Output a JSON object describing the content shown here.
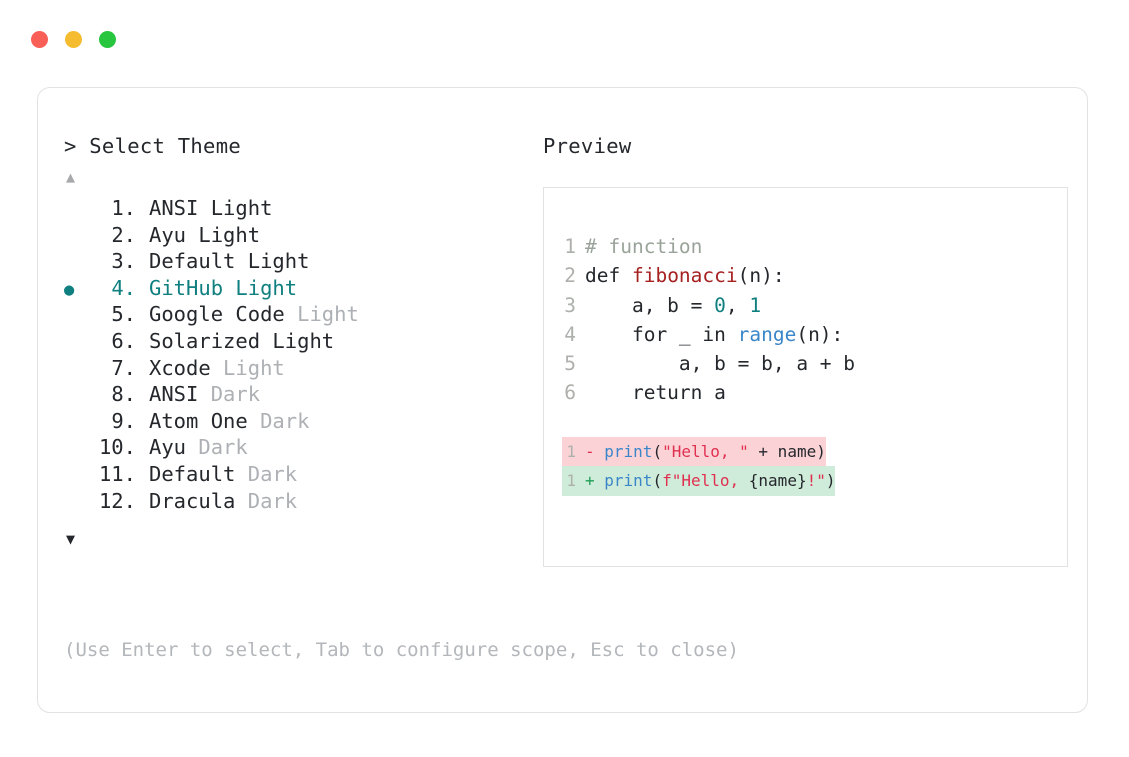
{
  "window": {
    "traffic_lights": [
      {
        "name": "close-dot",
        "color": "#f95f57"
      },
      {
        "name": "minimize-dot",
        "color": "#f6bc2f"
      },
      {
        "name": "maximize-dot",
        "color": "#28c53f"
      }
    ]
  },
  "left": {
    "header": "> Select Theme",
    "scroll_up": "▲",
    "scroll_down": "▼",
    "selected_index": 4,
    "bullet": "●",
    "items": [
      {
        "num": "1.",
        "name": "ANSI Light",
        "variant": "",
        "selected": false
      },
      {
        "num": "2.",
        "name": "Ayu Light",
        "variant": "",
        "selected": false
      },
      {
        "num": "3.",
        "name": "Default Light",
        "variant": "",
        "selected": false
      },
      {
        "num": "4.",
        "name": "GitHub Light",
        "variant": "",
        "selected": true
      },
      {
        "num": "5.",
        "name": "Google Code",
        "variant": "Light",
        "selected": false
      },
      {
        "num": "6.",
        "name": "Solarized Light",
        "variant": "",
        "selected": false
      },
      {
        "num": "7.",
        "name": "Xcode",
        "variant": "Light",
        "selected": false
      },
      {
        "num": "8.",
        "name": "ANSI",
        "variant": "Dark",
        "selected": false
      },
      {
        "num": "9.",
        "name": "Atom One",
        "variant": "Dark",
        "selected": false
      },
      {
        "num": "10.",
        "name": "Ayu",
        "variant": "Dark",
        "selected": false
      },
      {
        "num": "11.",
        "name": "Default",
        "variant": "Dark",
        "selected": false
      },
      {
        "num": "12.",
        "name": "Dracula",
        "variant": "Dark",
        "selected": false
      }
    ]
  },
  "hint": "(Use Enter to select, Tab to configure scope, Esc to close)",
  "preview": {
    "header": "Preview",
    "code_lines": [
      {
        "n": "1",
        "tokens": [
          {
            "t": "# function",
            "c": "comment"
          }
        ]
      },
      {
        "n": "2",
        "tokens": [
          {
            "t": "def ",
            "c": "plain"
          },
          {
            "t": "fibonacci",
            "c": "func"
          },
          {
            "t": "(n):",
            "c": "plain"
          }
        ]
      },
      {
        "n": "3",
        "tokens": [
          {
            "t": "    a, b = ",
            "c": "plain"
          },
          {
            "t": "0",
            "c": "num"
          },
          {
            "t": ", ",
            "c": "plain"
          },
          {
            "t": "1",
            "c": "num"
          }
        ]
      },
      {
        "n": "4",
        "tokens": [
          {
            "t": "    for _ in ",
            "c": "plain"
          },
          {
            "t": "range",
            "c": "builtin"
          },
          {
            "t": "(n):",
            "c": "plain"
          }
        ]
      },
      {
        "n": "5",
        "tokens": [
          {
            "t": "        a, b = b, a + b",
            "c": "plain"
          }
        ]
      },
      {
        "n": "6",
        "tokens": [
          {
            "t": "    return a",
            "c": "plain"
          }
        ]
      }
    ],
    "diff_lines": [
      {
        "n": "1",
        "kind": "del",
        "marker": "-",
        "tokens": [
          {
            "t": "print",
            "c": "builtin"
          },
          {
            "t": "(",
            "c": "plain"
          },
          {
            "t": "\"Hello, \"",
            "c": "str"
          },
          {
            "t": " + name)",
            "c": "plain"
          }
        ]
      },
      {
        "n": "1",
        "kind": "add",
        "marker": "+",
        "tokens": [
          {
            "t": "print",
            "c": "builtin"
          },
          {
            "t": "(",
            "c": "plain"
          },
          {
            "t": "f\"Hello, ",
            "c": "str"
          },
          {
            "t": "{name}",
            "c": "plain"
          },
          {
            "t": "!\"",
            "c": "str"
          },
          {
            "t": ")",
            "c": "plain"
          }
        ]
      }
    ]
  }
}
